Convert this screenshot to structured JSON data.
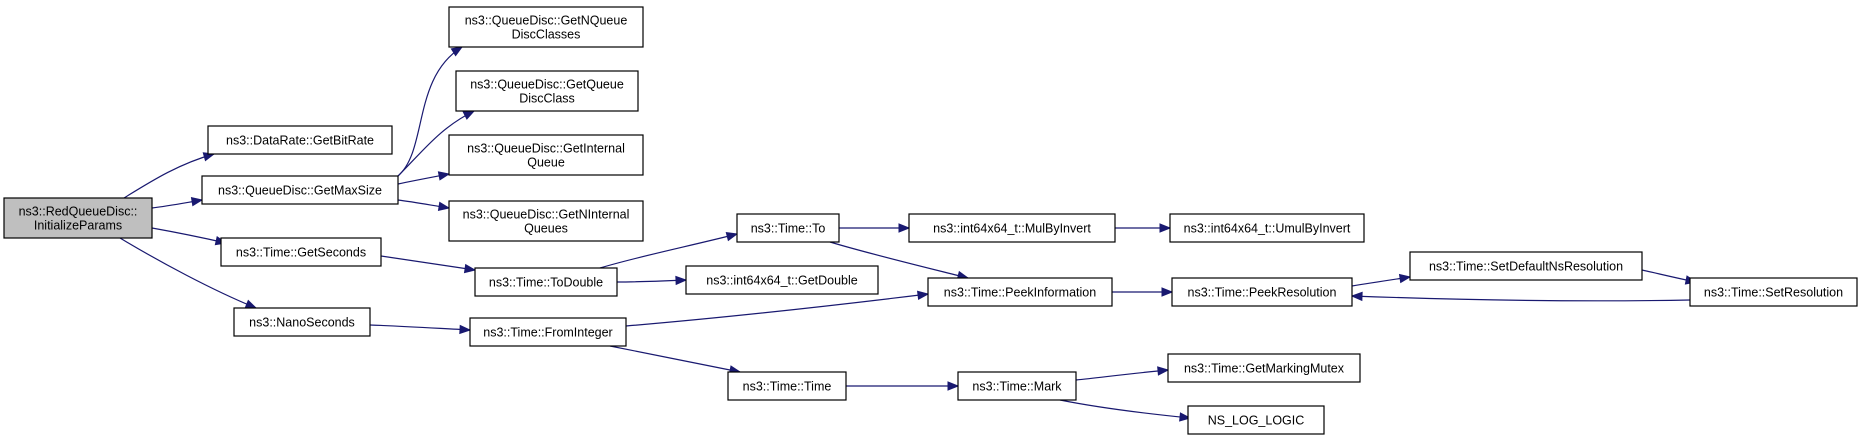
{
  "graph": {
    "title": "",
    "edge_color": "#191970",
    "root_fill": "#bfbfbf",
    "node_fill": "#ffffff",
    "nodes": [
      {
        "id": "root",
        "lines": [
          "ns3::RedQueueDisc::",
          "InitializeParams"
        ],
        "root": true
      },
      {
        "id": "getbitrate",
        "lines": [
          "ns3::DataRate::GetBitRate"
        ]
      },
      {
        "id": "getmaxsize",
        "lines": [
          "ns3::QueueDisc::GetMaxSize"
        ]
      },
      {
        "id": "getseconds",
        "lines": [
          "ns3::Time::GetSeconds"
        ]
      },
      {
        "id": "nanoseconds",
        "lines": [
          "ns3::NanoSeconds"
        ]
      },
      {
        "id": "getnqueuediscclasses",
        "lines": [
          "ns3::QueueDisc::GetNQueue",
          "DiscClasses"
        ]
      },
      {
        "id": "getqueuediscclass",
        "lines": [
          "ns3::QueueDisc::GetQueue",
          "DiscClass"
        ]
      },
      {
        "id": "getinternalqueue",
        "lines": [
          "ns3::QueueDisc::GetInternal",
          "Queue"
        ]
      },
      {
        "id": "getninternalqueues",
        "lines": [
          "ns3::QueueDisc::GetNInternal",
          "Queues"
        ]
      },
      {
        "id": "todouble",
        "lines": [
          "ns3::Time::ToDouble"
        ]
      },
      {
        "id": "frominteger",
        "lines": [
          "ns3::Time::FromInteger"
        ]
      },
      {
        "id": "to",
        "lines": [
          "ns3::Time::To"
        ]
      },
      {
        "id": "getdouble",
        "lines": [
          "ns3::int64x64_t::GetDouble"
        ]
      },
      {
        "id": "timetime",
        "lines": [
          "ns3::Time::Time"
        ]
      },
      {
        "id": "mulbyinvert",
        "lines": [
          "ns3::int64x64_t::MulByInvert"
        ]
      },
      {
        "id": "peekinformation",
        "lines": [
          "ns3::Time::PeekInformation"
        ]
      },
      {
        "id": "mark",
        "lines": [
          "ns3::Time::Mark"
        ]
      },
      {
        "id": "umulbyinvert",
        "lines": [
          "ns3::int64x64_t::UmulByInvert"
        ]
      },
      {
        "id": "peekresolution",
        "lines": [
          "ns3::Time::PeekResolution"
        ]
      },
      {
        "id": "getmarkingmutex",
        "lines": [
          "ns3::Time::GetMarkingMutex"
        ]
      },
      {
        "id": "nsloglogic",
        "lines": [
          "NS_LOG_LOGIC"
        ]
      },
      {
        "id": "setdefaultnsresolution",
        "lines": [
          "ns3::Time::SetDefaultNsResolution"
        ]
      },
      {
        "id": "setresolution",
        "lines": [
          "ns3::Time::SetResolution"
        ]
      }
    ],
    "edges": [
      {
        "from": "root",
        "to": "getbitrate"
      },
      {
        "from": "root",
        "to": "getmaxsize"
      },
      {
        "from": "root",
        "to": "getseconds"
      },
      {
        "from": "root",
        "to": "nanoseconds"
      },
      {
        "from": "getmaxsize",
        "to": "getnqueuediscclasses"
      },
      {
        "from": "getmaxsize",
        "to": "getqueuediscclass"
      },
      {
        "from": "getmaxsize",
        "to": "getinternalqueue"
      },
      {
        "from": "getmaxsize",
        "to": "getninternalqueues"
      },
      {
        "from": "getseconds",
        "to": "todouble"
      },
      {
        "from": "nanoseconds",
        "to": "frominteger"
      },
      {
        "from": "todouble",
        "to": "to"
      },
      {
        "from": "todouble",
        "to": "getdouble"
      },
      {
        "from": "frominteger",
        "to": "peekinformation"
      },
      {
        "from": "frominteger",
        "to": "timetime"
      },
      {
        "from": "to",
        "to": "mulbyinvert"
      },
      {
        "from": "to",
        "to": "peekinformation"
      },
      {
        "from": "mulbyinvert",
        "to": "umulbyinvert"
      },
      {
        "from": "timetime",
        "to": "mark"
      },
      {
        "from": "peekinformation",
        "to": "peekresolution"
      },
      {
        "from": "mark",
        "to": "getmarkingmutex"
      },
      {
        "from": "mark",
        "to": "nsloglogic"
      },
      {
        "from": "peekresolution",
        "to": "setdefaultnsresolution"
      },
      {
        "from": "setdefaultnsresolution",
        "to": "setresolution"
      },
      {
        "from": "setresolution",
        "to": "peekresolution"
      }
    ]
  }
}
